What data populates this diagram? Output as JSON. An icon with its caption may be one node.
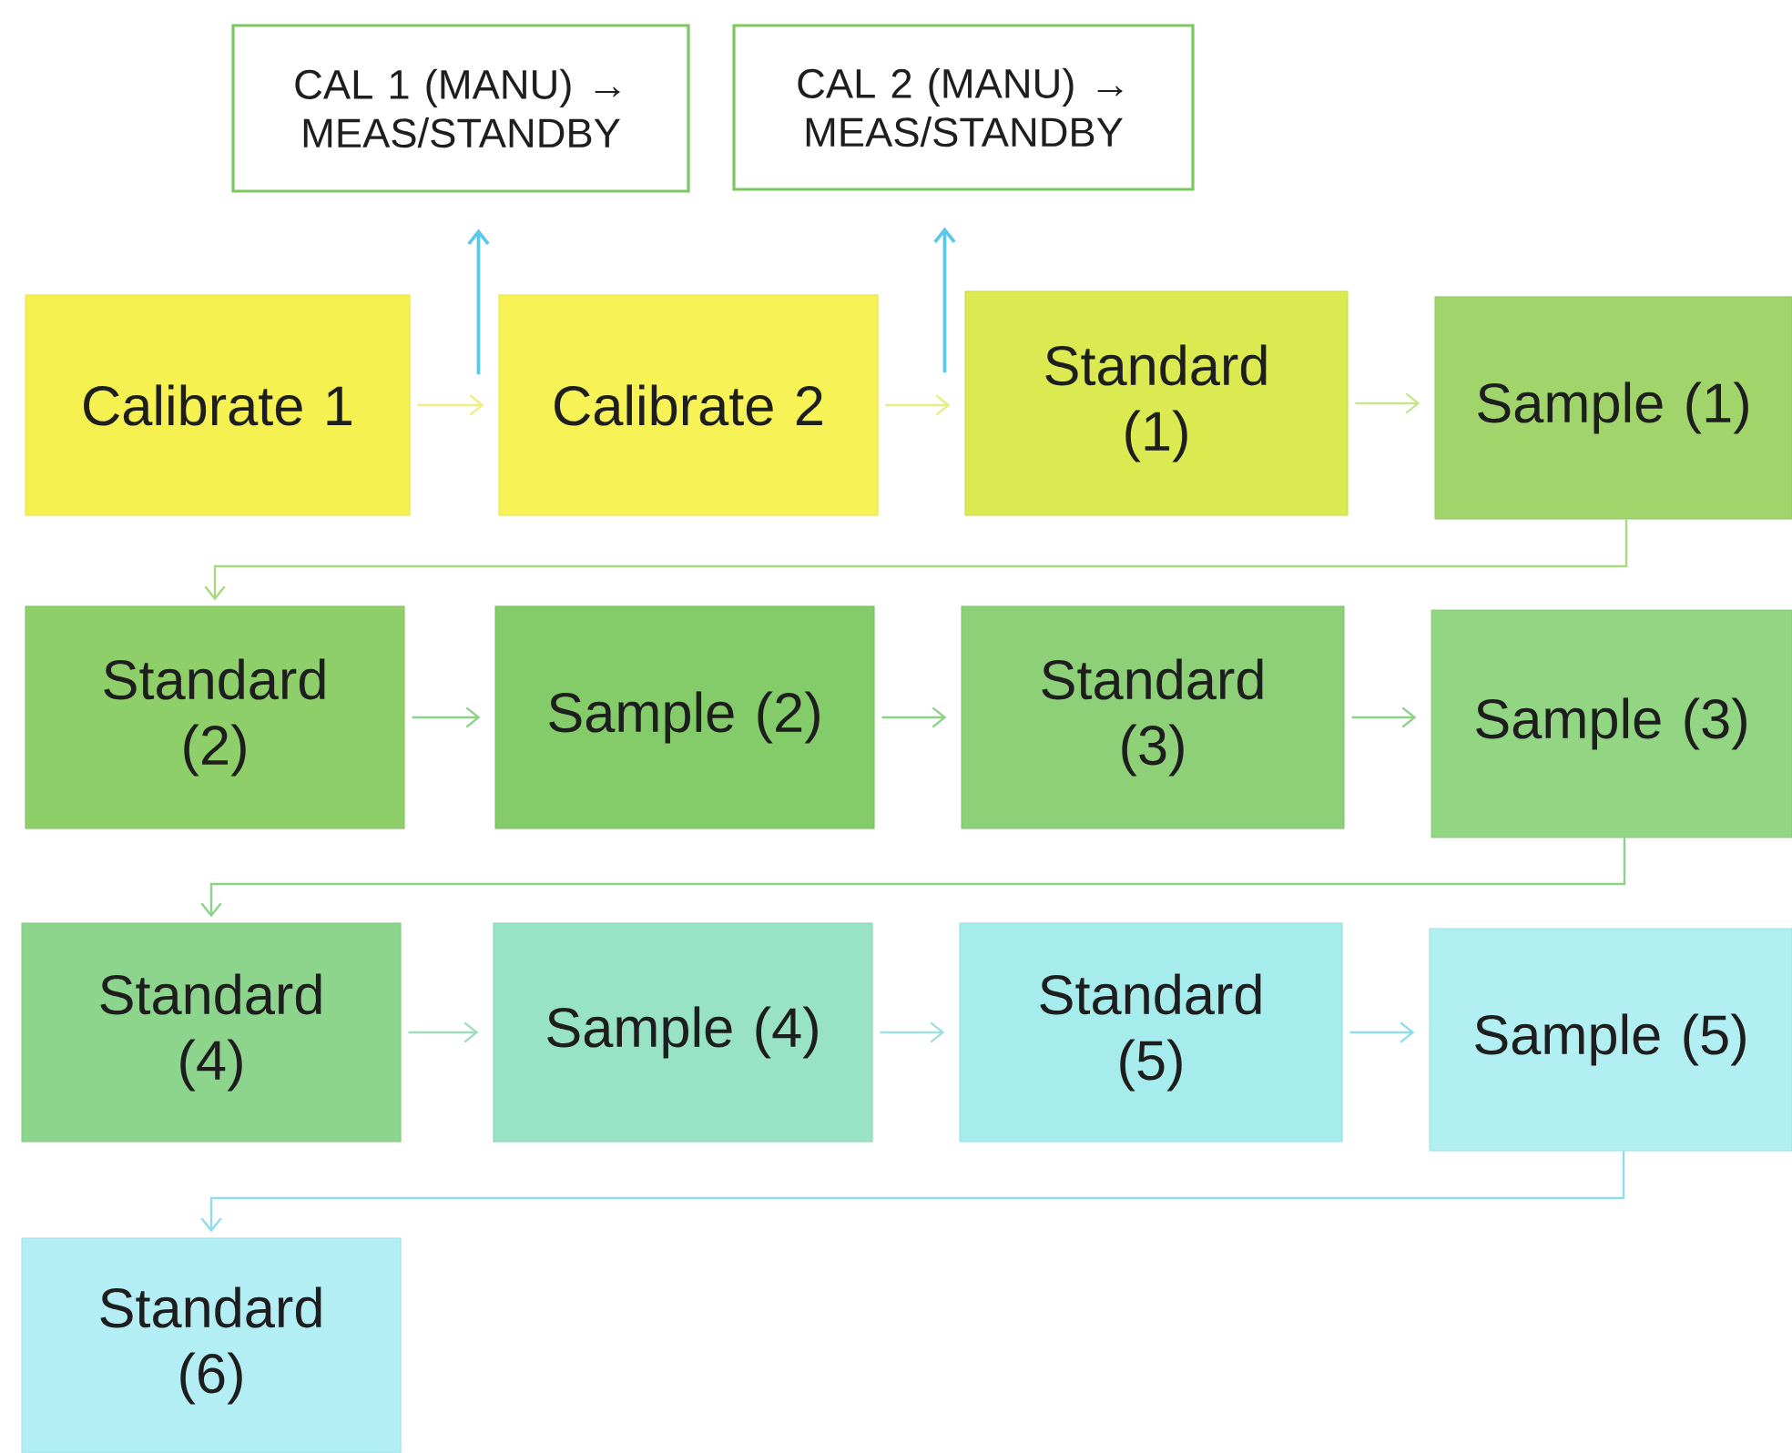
{
  "diagram": {
    "nodes": [
      {
        "text": [
          "CAL 1 (MANU) → MEAS/STANDBY"
        ]
      },
      {
        "text": [
          "CAL 2 (MANU) → MEAS/STANDBY"
        ]
      },
      {
        "text": [
          "Calibrate 1"
        ]
      },
      {
        "text": [
          "Calibrate 2"
        ]
      },
      {
        "text": [
          "Standard (1)"
        ]
      },
      {
        "text": [
          "Sample (1)"
        ]
      },
      {
        "text": [
          "Standard (2)"
        ]
      },
      {
        "text": [
          "Sample (2)"
        ]
      },
      {
        "text": [
          "Standard (3)"
        ]
      },
      {
        "text": [
          "Sample (3)"
        ]
      },
      {
        "text": [
          "Standard (4)"
        ]
      },
      {
        "text": [
          "Sample (4)"
        ]
      },
      {
        "text": [
          "Standard (5)"
        ]
      },
      {
        "text": [
          "Sample (5)"
        ]
      },
      {
        "text": [
          "Standard (6)"
        ]
      }
    ],
    "edges": [
      {
        "from": 3,
        "to": 0,
        "arrow": "to",
        "color": "#5bc8e8"
      },
      {
        "from": 4,
        "to": 1,
        "arrow": "to",
        "color": "#5bc8e8"
      },
      {
        "from": 2,
        "to": 3,
        "arrow": "to",
        "color": "#f0ee80"
      },
      {
        "from": 3,
        "to": 4,
        "arrow": "to",
        "color": "#e6ee80"
      },
      {
        "from": 4,
        "to": 5,
        "arrow": "to",
        "color": "#c8e690"
      },
      {
        "from": 5,
        "to": 6,
        "arrow": "to",
        "color": "#a8d880"
      },
      {
        "from": 6,
        "to": 7,
        "arrow": "to",
        "color": "#8fd08a"
      },
      {
        "from": 7,
        "to": 8,
        "arrow": "to",
        "color": "#8fd08a"
      },
      {
        "from": 8,
        "to": 9,
        "arrow": "to",
        "color": "#8fd08a"
      },
      {
        "from": 9,
        "to": 10,
        "arrow": "to",
        "color": "#8fd08a"
      },
      {
        "from": 10,
        "to": 11,
        "arrow": "to",
        "color": "#9fdcc0"
      },
      {
        "from": 11,
        "to": 12,
        "arrow": "to",
        "color": "#a0e0e0"
      },
      {
        "from": 12,
        "to": 13,
        "arrow": "to",
        "color": "#8fdcec"
      },
      {
        "from": 13,
        "to": 14,
        "arrow": "to",
        "color": "#8fdcec"
      }
    ]
  }
}
